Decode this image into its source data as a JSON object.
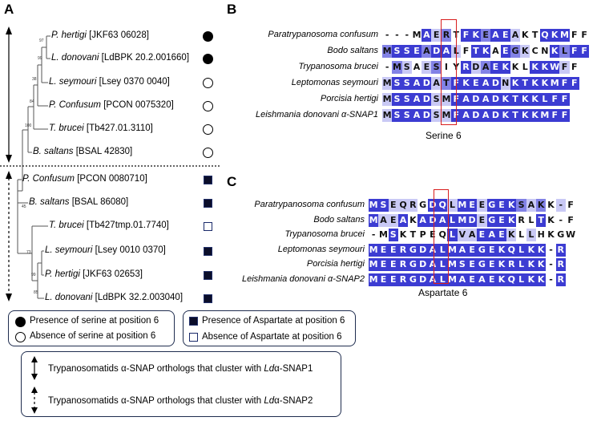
{
  "panels": {
    "a": "A",
    "b": "B",
    "c": "C"
  },
  "tree": {
    "leaves": [
      {
        "species": "P. hertigi",
        "id": "[JKF63 06028]",
        "marker": "circle-filled"
      },
      {
        "species": "L. donovani",
        "id": "[LdBPK 20.2.001660]",
        "marker": "circle-filled"
      },
      {
        "species": "L. seymouri",
        "id": "[Lsey 0370 0040]",
        "marker": "circle-open"
      },
      {
        "species": "P. Confusum",
        "id": "[PCON 0075320]",
        "marker": "circle-open"
      },
      {
        "species": "T. brucei",
        "id": "[Tb427.01.3110]",
        "marker": "circle-open"
      },
      {
        "species": "B. saltans",
        "id": "[BSAL 42830]",
        "marker": "circle-open"
      },
      {
        "species": "P. Confusum",
        "id": "[PCON 0080710]",
        "marker": "square-filled"
      },
      {
        "species": "B. saltans",
        "id": "[BSAL 86080]",
        "marker": "square-filled"
      },
      {
        "species": "T. brucei",
        "id": "[Tb427tmp.01.7740]",
        "marker": "square-open"
      },
      {
        "species": "L. seymouri",
        "id": "[Lsey 0010 0370]",
        "marker": "square-filled"
      },
      {
        "species": "P. hertigi",
        "id": "[JKF63 02653]",
        "marker": "square-filled"
      },
      {
        "species": "L. donovani",
        "id": "[LdBPK 32.2.003040]",
        "marker": "square-filled"
      }
    ],
    "bootstrap": [
      "97",
      "99",
      "38",
      "84",
      "100",
      "45",
      "73",
      "99",
      "85"
    ]
  },
  "legend": {
    "serine_present": "Presence of serine at position 6",
    "serine_absent": "Absence of serine at position 6",
    "asp_present": "Presence of Aspartate at position 6",
    "asp_absent": "Absence of Aspartate at position 6",
    "cluster1_prefix": "Trypanosomatids α-SNAP orthologs that cluster with ",
    "cluster1_em": "Ld",
    "cluster1_suffix": "α-SNAP1",
    "cluster2_prefix": "Trypanosomatids α-SNAP orthologs that cluster with ",
    "cluster2_em": "Ld",
    "cluster2_suffix": "α-SNAP2"
  },
  "alignment_b": {
    "caption": "Serine 6",
    "rows": [
      {
        "label": "Paratrypanosoma confusum",
        "seq": "---MAERTFKEAEAKTQKMFF",
        "shade": "000031203323310033300"
      },
      {
        "label": "Bodo saltans",
        "seq": "MSSEADALFTKAEGKCNKLFF",
        "shade": "233323310330321003233"
      },
      {
        "label": "Trypanosoma brucei",
        "seq": "-MSAESIYRDAEKKLKKWFF",
        "shade": "021012003123300333100"
      },
      {
        "label": "Leptomonas seymouri",
        "seq": "MSSADATFKEADNKTKKMFF",
        "shade": "133331233333133333333"
      },
      {
        "label": "Porcisia hertigi",
        "seq": "MSSADSMFADADKTKKLFF",
        "shade": "133331133333333333333"
      },
      {
        "label": "Leishmania donovani α-SNAP1",
        "seq": "MSSADSMFADADKTKKMFF",
        "shade": "133331133333333333333"
      }
    ]
  },
  "alignment_c": {
    "caption": "Aspartate 6",
    "rows": [
      {
        "label": "Paratrypanosoma confusum",
        "seq": "MSEQRGDQLMEEGEKSAKK-F",
        "shade": "331110331331333212010"
      },
      {
        "label": "Bodo saltans",
        "seq": "MAEAKADALMDEGEKRLTK-F",
        "shade": "311303333331333003000"
      },
      {
        "label": "Trypanosoma brucei",
        "seq": "-MSKTPEQLVAEAEKLLHKGW",
        "shade": "003000003113331010000"
      },
      {
        "label": "Leptomonas seymouri",
        "seq": "MEERGDALMAEGEKQLKK-R",
        "shade": "333333333333333333030"
      },
      {
        "label": "Porcisia hertigi",
        "seq": "MEERGDALMSEGEKRLKK-R",
        "shade": "333333333333333333030"
      },
      {
        "label": "Leishmania donovani α-SNAP2",
        "seq": "MEERGDALMAEAEKQLKK-R",
        "shade": "333333333333333333030"
      }
    ]
  }
}
